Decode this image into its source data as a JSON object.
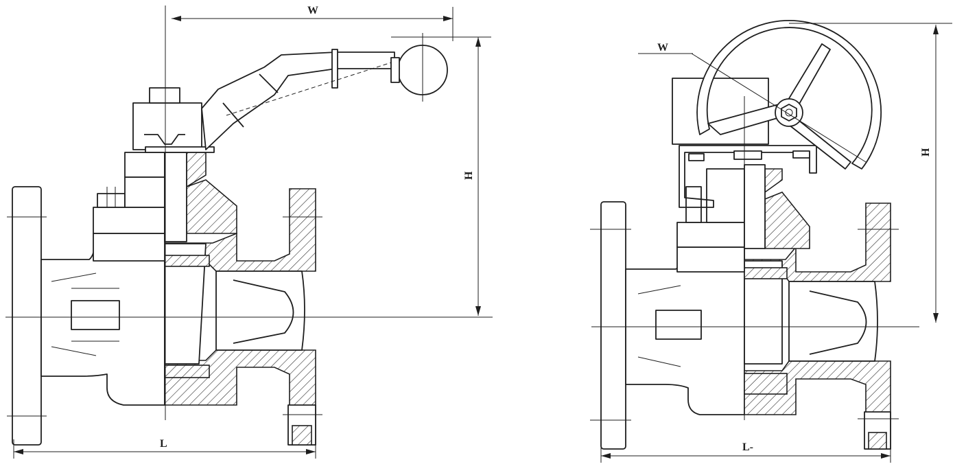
{
  "left_view": {
    "width_label": "W",
    "height_label": "H",
    "length_label": "L"
  },
  "right_view": {
    "width_label": "W",
    "height_label": "H",
    "length_label": "L-"
  }
}
